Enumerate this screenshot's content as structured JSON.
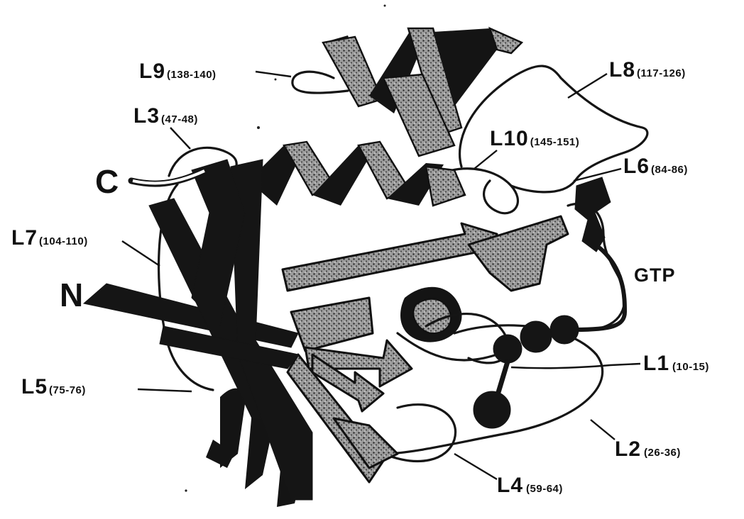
{
  "figure": {
    "termini": {
      "n_terminus": "N",
      "c_terminus": "C"
    },
    "ligand": "GTP",
    "loops": [
      {
        "name": "L9",
        "range": "(138-140)"
      },
      {
        "name": "L8",
        "range": "(117-126)"
      },
      {
        "name": "L3",
        "range": "(47-48)"
      },
      {
        "name": "L10",
        "range": "(145-151)"
      },
      {
        "name": "L6",
        "range": "(84-86)"
      },
      {
        "name": "L7",
        "range": "(104-110)"
      },
      {
        "name": "L1",
        "range": "(10-15)"
      },
      {
        "name": "L5",
        "range": "(75-76)"
      },
      {
        "name": "L2",
        "range": "(26-36)"
      },
      {
        "name": "L4",
        "range": "(59-64)"
      }
    ]
  }
}
